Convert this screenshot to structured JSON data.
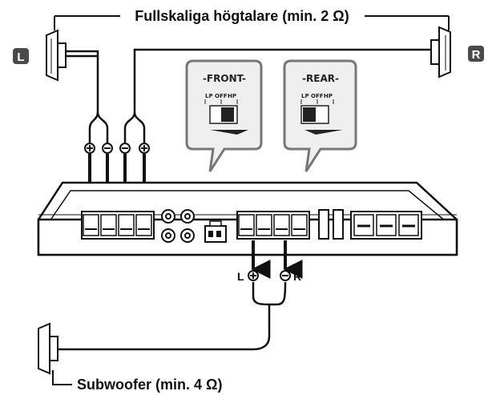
{
  "top_label": "Fullskaliga högtalare (min. 2 Ω)",
  "bottom_label": "Subwoofer (min. 4 Ω)",
  "speaker_left_badge": "L",
  "speaker_right_badge": "R",
  "front_switch": {
    "title": "-FRONT-",
    "positions": [
      "LP",
      "OFF",
      "HP"
    ]
  },
  "rear_switch": {
    "title": "-REAR-",
    "positions": [
      "LP",
      "OFF",
      "HP"
    ]
  },
  "input_left_label": "L",
  "input_right_label": "R",
  "colors": {
    "line": "#111111",
    "panel": "#f2f2f2",
    "badge": "#4a4a4a"
  }
}
